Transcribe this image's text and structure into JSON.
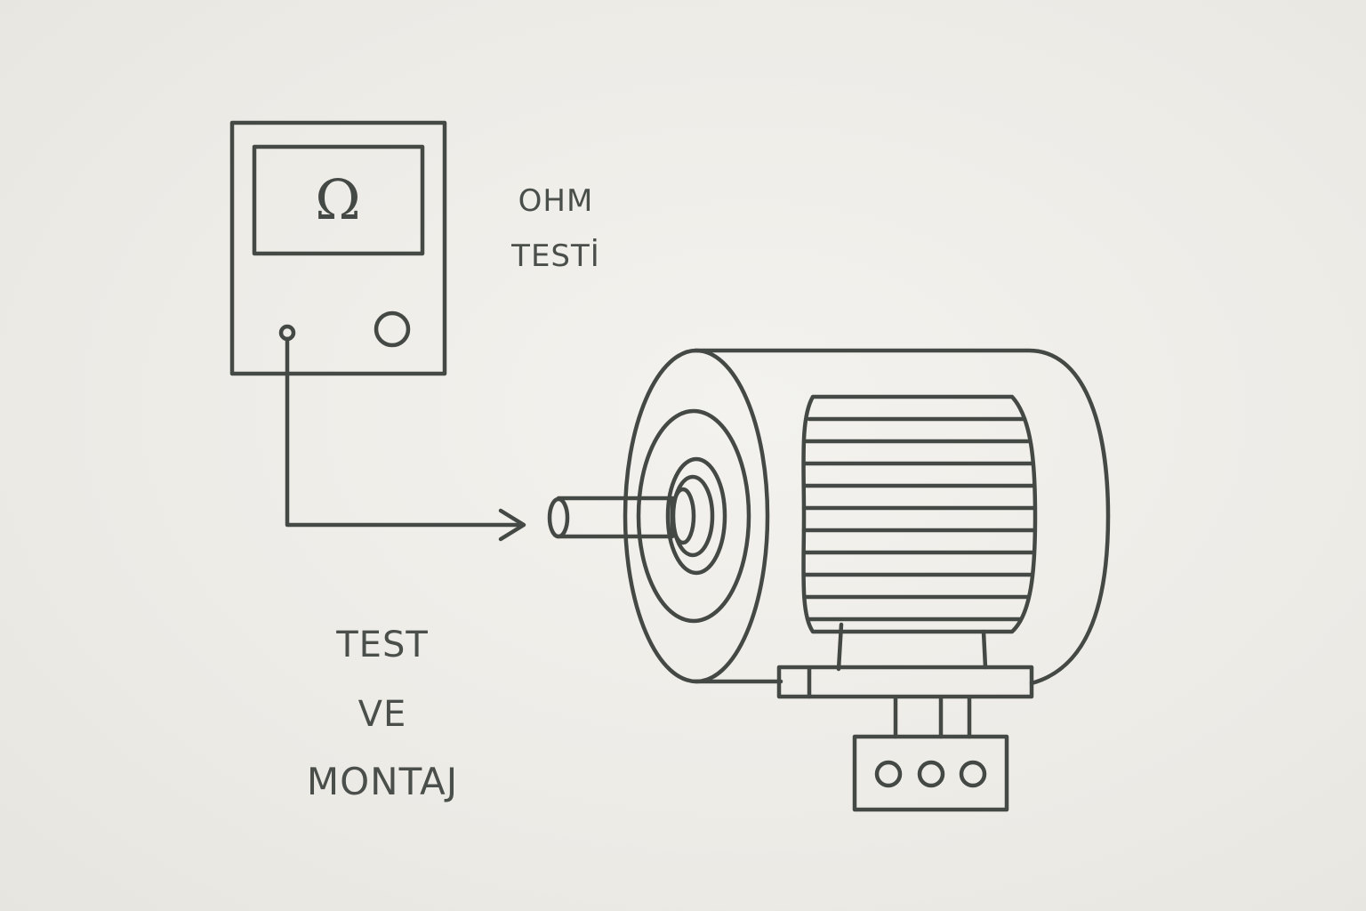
{
  "meter": {
    "display_symbol": "Ω",
    "icon": "ohmmeter-icon"
  },
  "labels": {
    "ohm_line1": "OHM",
    "ohm_line2": "TESTİ",
    "assembly_line1": "TEST",
    "assembly_line2": "VE",
    "assembly_line3": "MONTAJ"
  },
  "motor": {
    "icon": "electric-motor-icon",
    "terminal_count": 3
  },
  "colors": {
    "background": "#efede8",
    "stroke": "#454945",
    "text": "#4b4f4b"
  }
}
